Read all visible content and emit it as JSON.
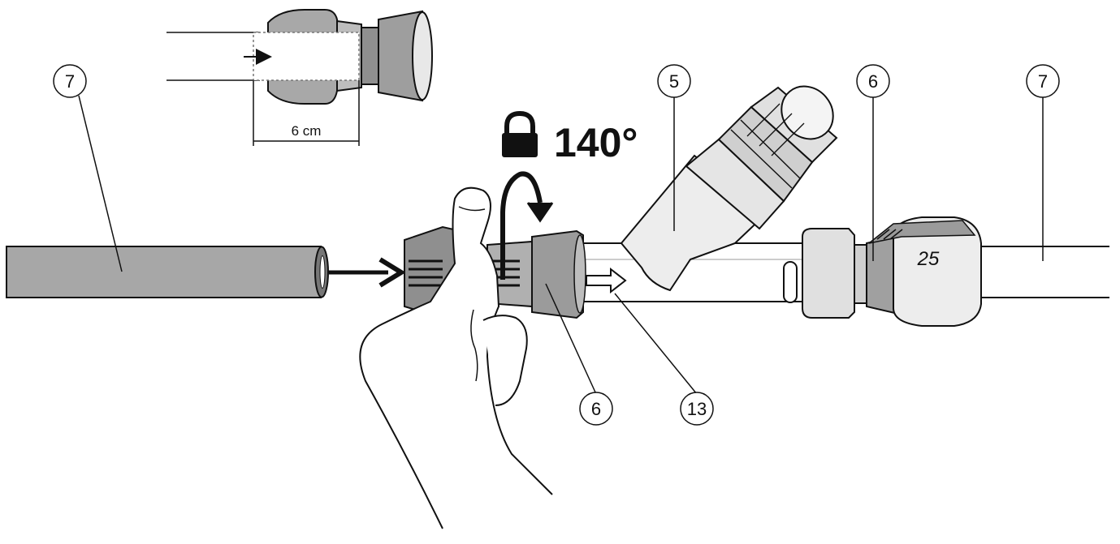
{
  "callouts": {
    "hose_left": "7",
    "filter": "5",
    "connector_right": "6",
    "hose_right": "7",
    "connector_left": "6",
    "arrow_marker": "13"
  },
  "inset": {
    "length_label": "6 cm"
  },
  "lock": {
    "angle_label": "140°"
  },
  "connector_size": "25",
  "colors": {
    "line": "#111111",
    "hose_fill": "#a7a7a7",
    "part_dark": "#9b9b9b",
    "part_mid": "#bdbdbd",
    "part_light": "#e7e7e7",
    "background": "#ffffff"
  },
  "icons": {
    "lock": "padlock-icon",
    "rotate": "curved-arrow-icon",
    "push": "right-arrow-icon"
  }
}
